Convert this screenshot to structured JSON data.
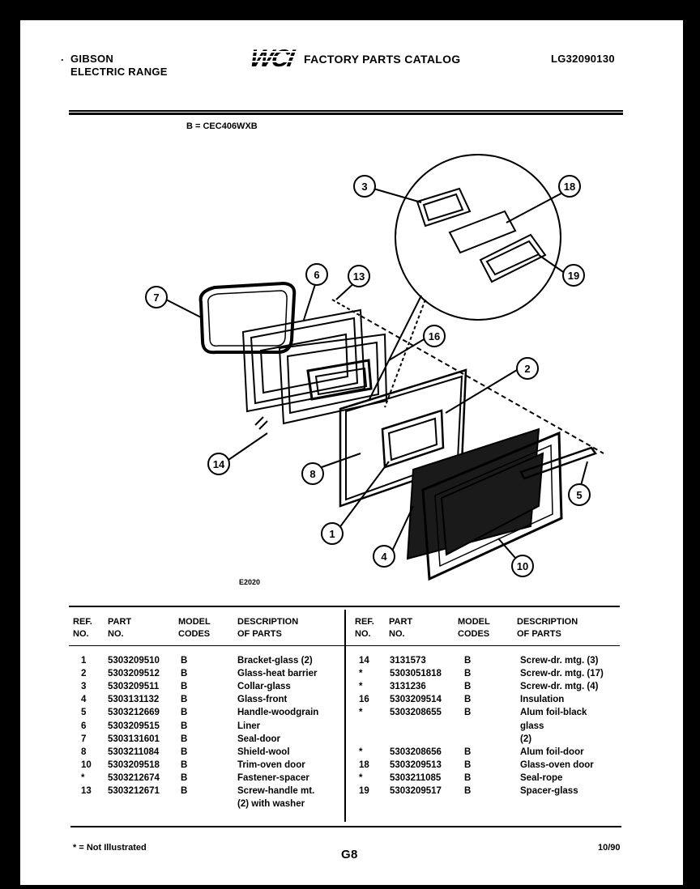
{
  "header": {
    "brand": "GIBSON",
    "product": "ELECTRIC RANGE",
    "logo_text": "WCI",
    "catalog_title": "FACTORY PARTS CATALOG",
    "catalog_code": "LG32090130",
    "model_key": "B = CEC406WXB"
  },
  "diagram": {
    "callouts": [
      "1",
      "2",
      "3",
      "4",
      "5",
      "6",
      "7",
      "8",
      "10",
      "13",
      "14",
      "16",
      "18",
      "19"
    ],
    "figure_code": "E2020"
  },
  "table": {
    "headers": {
      "ref": [
        "REF.",
        "NO."
      ],
      "part": [
        "PART",
        "NO."
      ],
      "model": [
        "MODEL",
        "CODES"
      ],
      "desc": [
        "DESCRIPTION",
        "OF PARTS"
      ]
    },
    "left_rows": [
      {
        "ref": "1",
        "part": "5303209510",
        "model": "B",
        "desc": "Bracket-glass (2)"
      },
      {
        "ref": "2",
        "part": "5303209512",
        "model": "B",
        "desc": "Glass-heat barrier"
      },
      {
        "ref": "3",
        "part": "5303209511",
        "model": "B",
        "desc": "Collar-glass"
      },
      {
        "ref": "4",
        "part": "5303131132",
        "model": "B",
        "desc": "Glass-front"
      },
      {
        "ref": "5",
        "part": "5303212669",
        "model": "B",
        "desc": "Handle-woodgrain"
      },
      {
        "ref": "6",
        "part": "5303209515",
        "model": "B",
        "desc": "Liner"
      },
      {
        "ref": "7",
        "part": "5303131601",
        "model": "B",
        "desc": "Seal-door"
      },
      {
        "ref": "8",
        "part": "5303211084",
        "model": "B",
        "desc": "Shield-wool"
      },
      {
        "ref": "10",
        "part": "5303209518",
        "model": "B",
        "desc": "Trim-oven door"
      },
      {
        "ref": "*",
        "part": "5303212674",
        "model": "B",
        "desc": "Fastener-spacer"
      },
      {
        "ref": "13",
        "part": "5303212671",
        "model": "B",
        "desc": "Screw-handle mt."
      },
      {
        "ref": "",
        "part": "",
        "model": "",
        "desc": "(2) with washer"
      }
    ],
    "right_rows": [
      {
        "ref": "14",
        "part": "3131573",
        "model": "B",
        "desc": "Screw-dr. mtg. (3)"
      },
      {
        "ref": "*",
        "part": "5303051818",
        "model": "B",
        "desc": "Screw-dr. mtg. (17)"
      },
      {
        "ref": "*",
        "part": "3131236",
        "model": "B",
        "desc": "Screw-dr. mtg. (4)"
      },
      {
        "ref": "16",
        "part": "5303209514",
        "model": "B",
        "desc": "Insulation"
      },
      {
        "ref": "*",
        "part": "5303208655",
        "model": "B",
        "desc": "Alum foil-black"
      },
      {
        "ref": "",
        "part": "",
        "model": "",
        "desc": "glass"
      },
      {
        "ref": "",
        "part": "",
        "model": "",
        "desc": "(2)"
      },
      {
        "ref": "*",
        "part": "5303208656",
        "model": "B",
        "desc": "Alum foil-door"
      },
      {
        "ref": "18",
        "part": "5303209513",
        "model": "B",
        "desc": "Glass-oven door"
      },
      {
        "ref": "*",
        "part": "5303211085",
        "model": "B",
        "desc": "Seal-rope"
      },
      {
        "ref": "19",
        "part": "5303209517",
        "model": "B",
        "desc": "Spacer-glass"
      }
    ]
  },
  "footer": {
    "note": "* = Not Illustrated",
    "page": "G8",
    "date": "10/90"
  }
}
